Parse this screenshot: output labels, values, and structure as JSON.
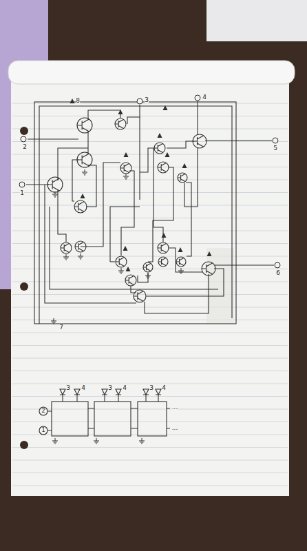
{
  "diagram": {
    "labels": [
      "8",
      "3",
      "4",
      "2",
      "1",
      "5",
      "6",
      "7",
      "2",
      "1",
      "3",
      "4",
      "3",
      "4",
      "3",
      "4",
      "...",
      "..."
    ]
  }
}
